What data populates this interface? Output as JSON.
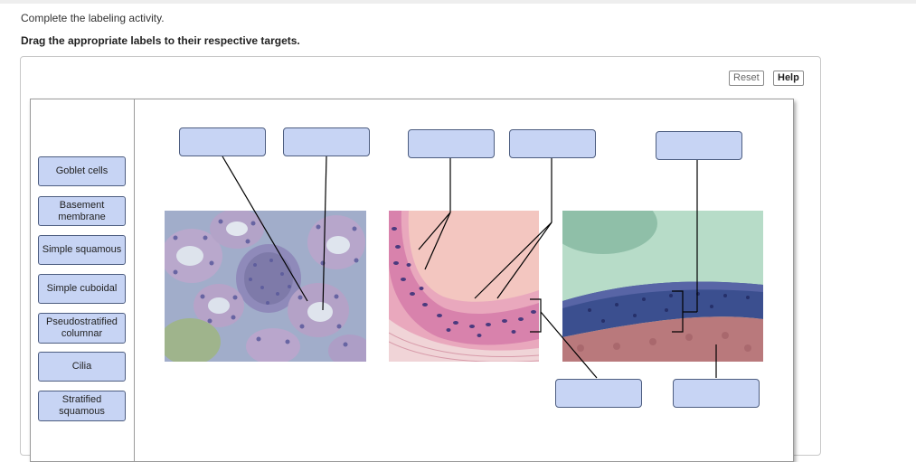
{
  "instructions": {
    "line1": "Complete the labeling activity.",
    "line2": "Drag the appropriate labels to their respective targets."
  },
  "toolbar": {
    "reset_label": "Reset",
    "help_label": "Help"
  },
  "labels": [
    {
      "text": "Goblet cells"
    },
    {
      "text": "Basement membrane"
    },
    {
      "text": "Simple squamous"
    },
    {
      "text": "Simple cuboidal"
    },
    {
      "text": "Pseudostratified columnar"
    },
    {
      "text": "Cilia"
    },
    {
      "text": "Stratified squamous"
    }
  ],
  "targets": [
    {
      "id": "target-1",
      "value": ""
    },
    {
      "id": "target-2",
      "value": ""
    },
    {
      "id": "target-3",
      "value": ""
    },
    {
      "id": "target-4",
      "value": ""
    },
    {
      "id": "target-5",
      "value": ""
    },
    {
      "id": "target-6",
      "value": ""
    },
    {
      "id": "target-7",
      "value": ""
    }
  ],
  "colors": {
    "tile_fill": "#c7d4f4",
    "tile_border": "#4d5d80",
    "leader_line": "#000000"
  }
}
